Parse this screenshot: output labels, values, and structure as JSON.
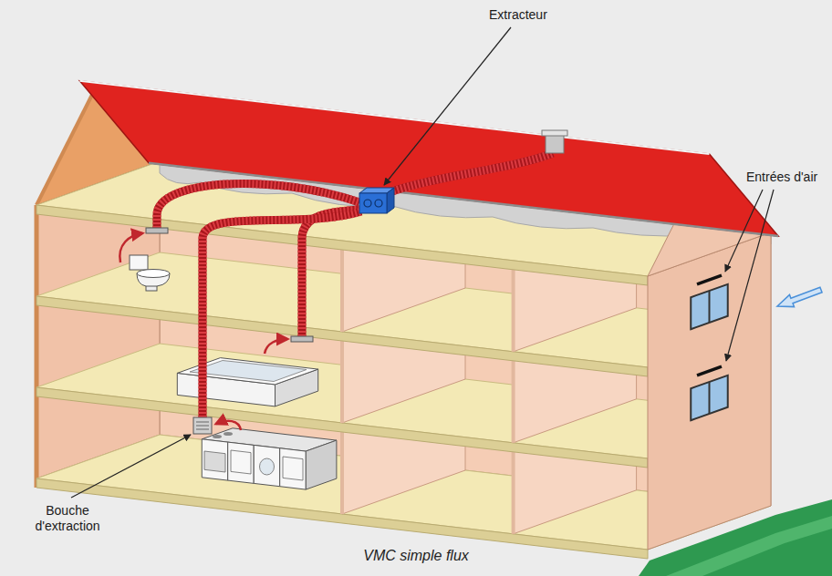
{
  "diagram": {
    "caption": "VMC simple flux",
    "labels": [
      "Extracteur",
      "Entrées d'air",
      "Bouche d'extraction"
    ]
  }
}
